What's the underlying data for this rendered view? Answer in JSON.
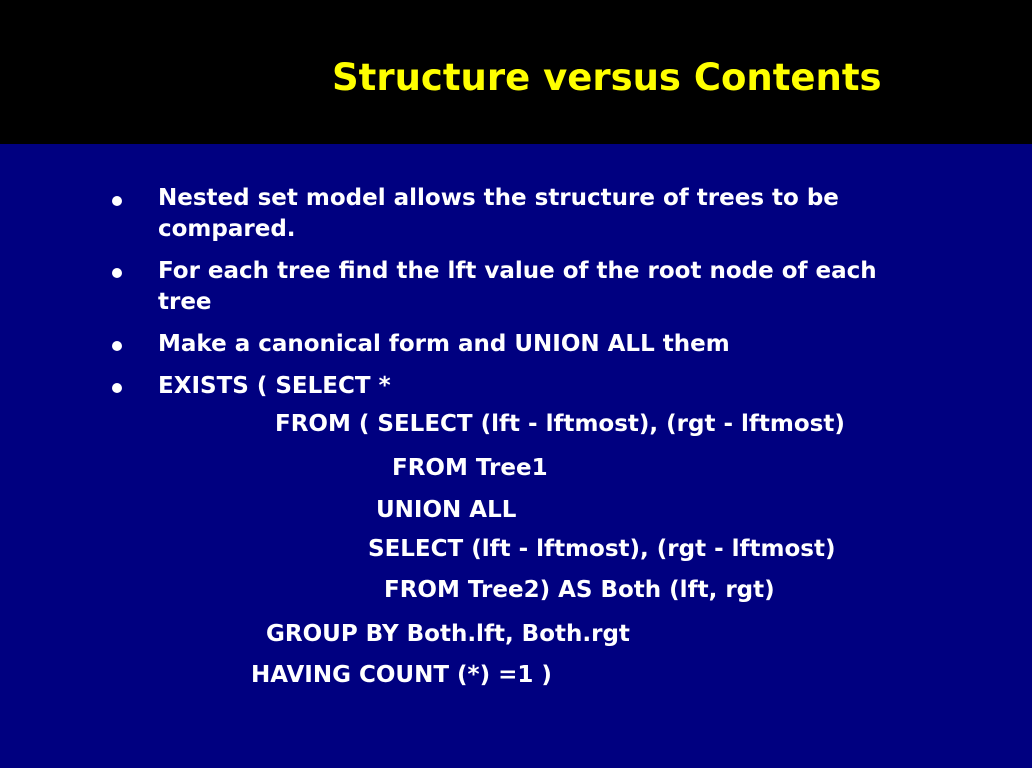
{
  "slide": {
    "title": "Structure versus Contents",
    "bullets": [
      {
        "text": "Nested set model allows the structure of trees to be compared."
      },
      {
        "text": "For each tree find the lft value of the root node of each tree"
      },
      {
        "text": "Make a canonical form and UNION ALL them"
      },
      {
        "text": "EXISTS ( SELECT *"
      }
    ],
    "code_lines": [
      "FROM ( SELECT (lft - lftmost), (rgt - lftmost)",
      "FROM Tree1",
      "UNION ALL",
      "SELECT (lft - lftmost), (rgt - lftmost)",
      "FROM Tree2) AS Both (lft, rgt)",
      "GROUP BY Both.lft, Both.rgt",
      "HAVING COUNT (*) =1 )"
    ]
  },
  "colors": {
    "title": "#ffff00",
    "title_background": "#000000",
    "body_background": "#000080",
    "text": "#ffffff"
  }
}
